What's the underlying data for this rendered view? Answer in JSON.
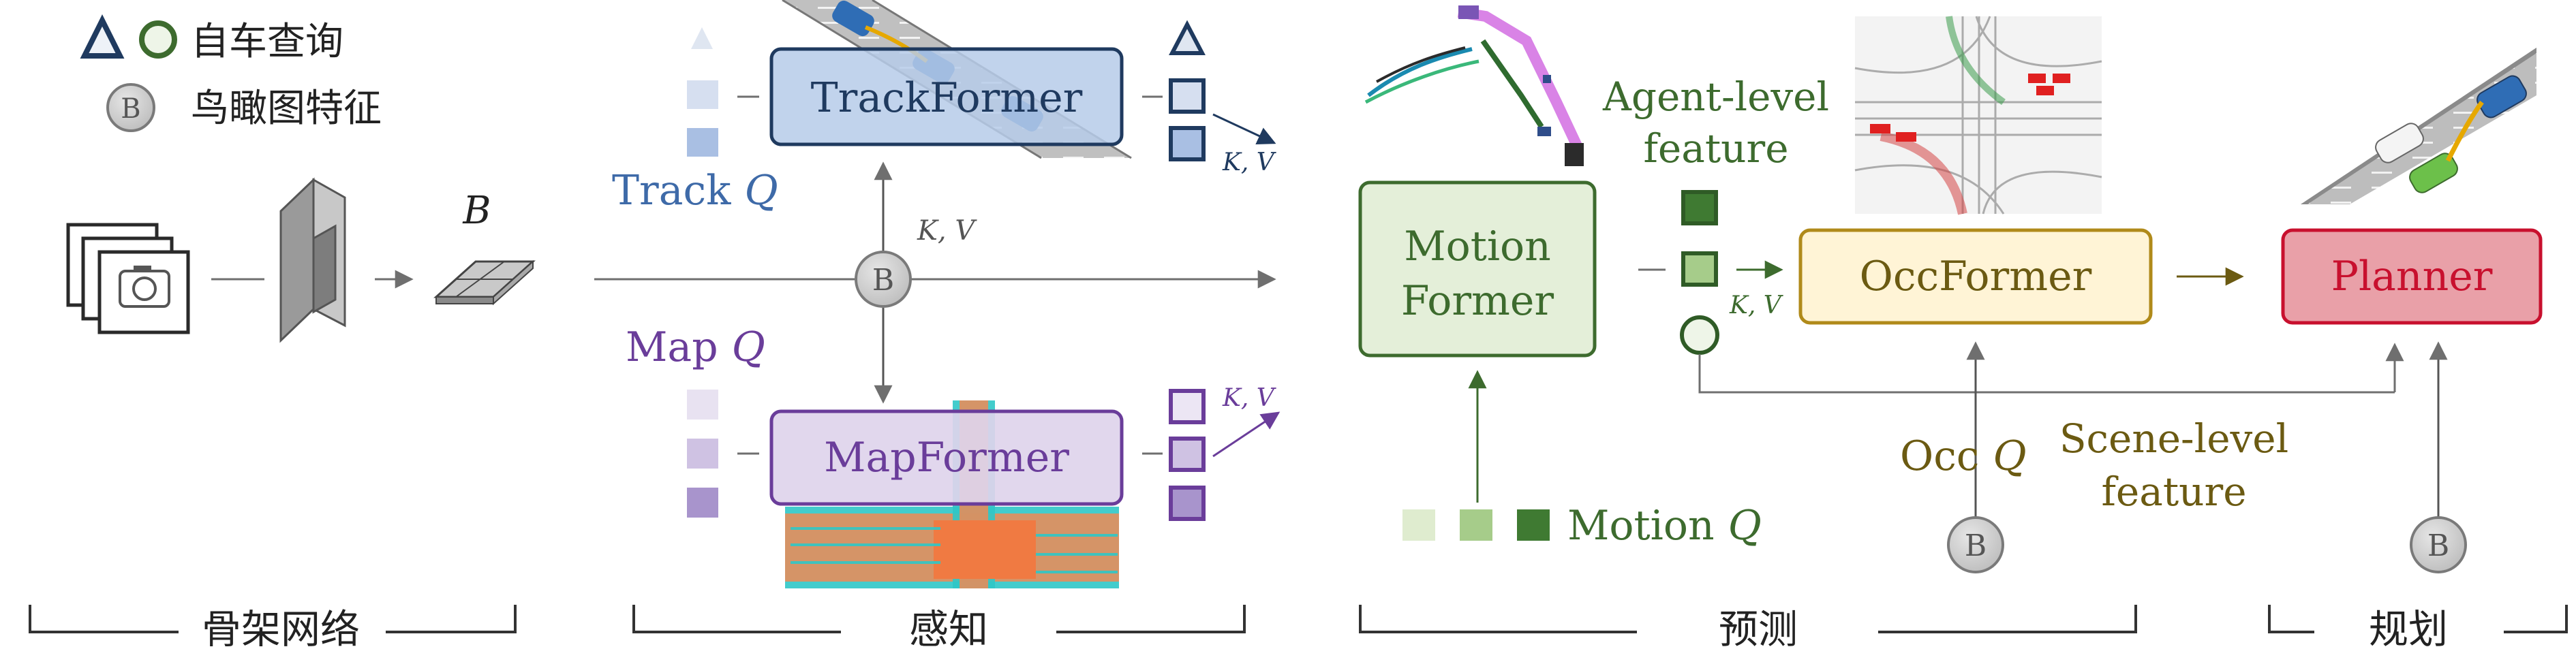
{
  "legend": {
    "ego_query_label": "自车查询",
    "bev_feature_label": "鸟瞰图特征",
    "bev_symbol": "B"
  },
  "backbone": {
    "bev_label": "B",
    "section_label": "骨架网络"
  },
  "perception": {
    "track_query_word": "Track",
    "track_query_symbol": "Q",
    "map_query_word": "Map",
    "map_query_symbol": "Q",
    "trackformer_label": "TrackFormer",
    "mapformer_label": "MapFormer",
    "bev_symbol": "B",
    "kv_center": "K,  V",
    "kv_track_out": "K,  V",
    "kv_map_out": "K,  V",
    "section_label": "感知"
  },
  "prediction": {
    "motionformer_label_line1": "Motion",
    "motionformer_label_line2": "Former",
    "agent_feature_line1": "Agent-level",
    "agent_feature_line2": "feature",
    "kv_agent": "K,  V",
    "motion_query_word": "Motion",
    "motion_query_symbol": "Q",
    "occformer_label": "OccFormer",
    "occ_query_word": "Occ",
    "occ_query_symbol": "Q",
    "scene_feature_line1": "Scene-level",
    "scene_feature_line2": "feature",
    "bev_symbol": "B",
    "section_label": "预测"
  },
  "planning": {
    "planner_label": "Planner",
    "bev_symbol": "B",
    "section_label": "规划"
  },
  "colors": {
    "navy": "#1f3a5f",
    "track_blue": "#3e6aa8",
    "purple": "#6a3d9a",
    "green_dark": "#3d6b2e",
    "green_fill": "#e4efd9",
    "olive": "#6b5a12",
    "occ_fill": "#fff4d6",
    "red": "#c8102e",
    "planner_fill": "#e9a0a8",
    "gray": "#8a8a8a"
  }
}
